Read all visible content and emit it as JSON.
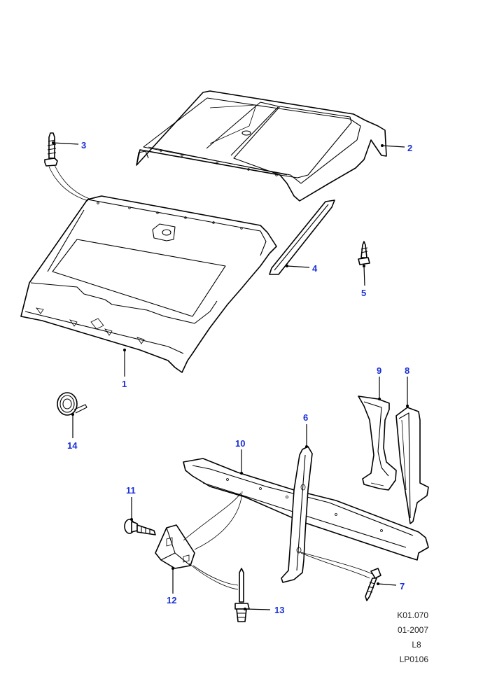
{
  "callouts": {
    "c1": "1",
    "c2": "2",
    "c3": "3",
    "c4": "4",
    "c5": "5",
    "c6": "6",
    "c7": "7",
    "c8": "8",
    "c9": "9",
    "c10": "10",
    "c11": "11",
    "c12": "12",
    "c13": "13",
    "c14": "14"
  },
  "reference": {
    "code": "K01.070",
    "date": "01-2007",
    "model": "L8",
    "plate": "LP0106"
  },
  "colors": {
    "callout": "#1a2fd6",
    "line": "#000000"
  }
}
